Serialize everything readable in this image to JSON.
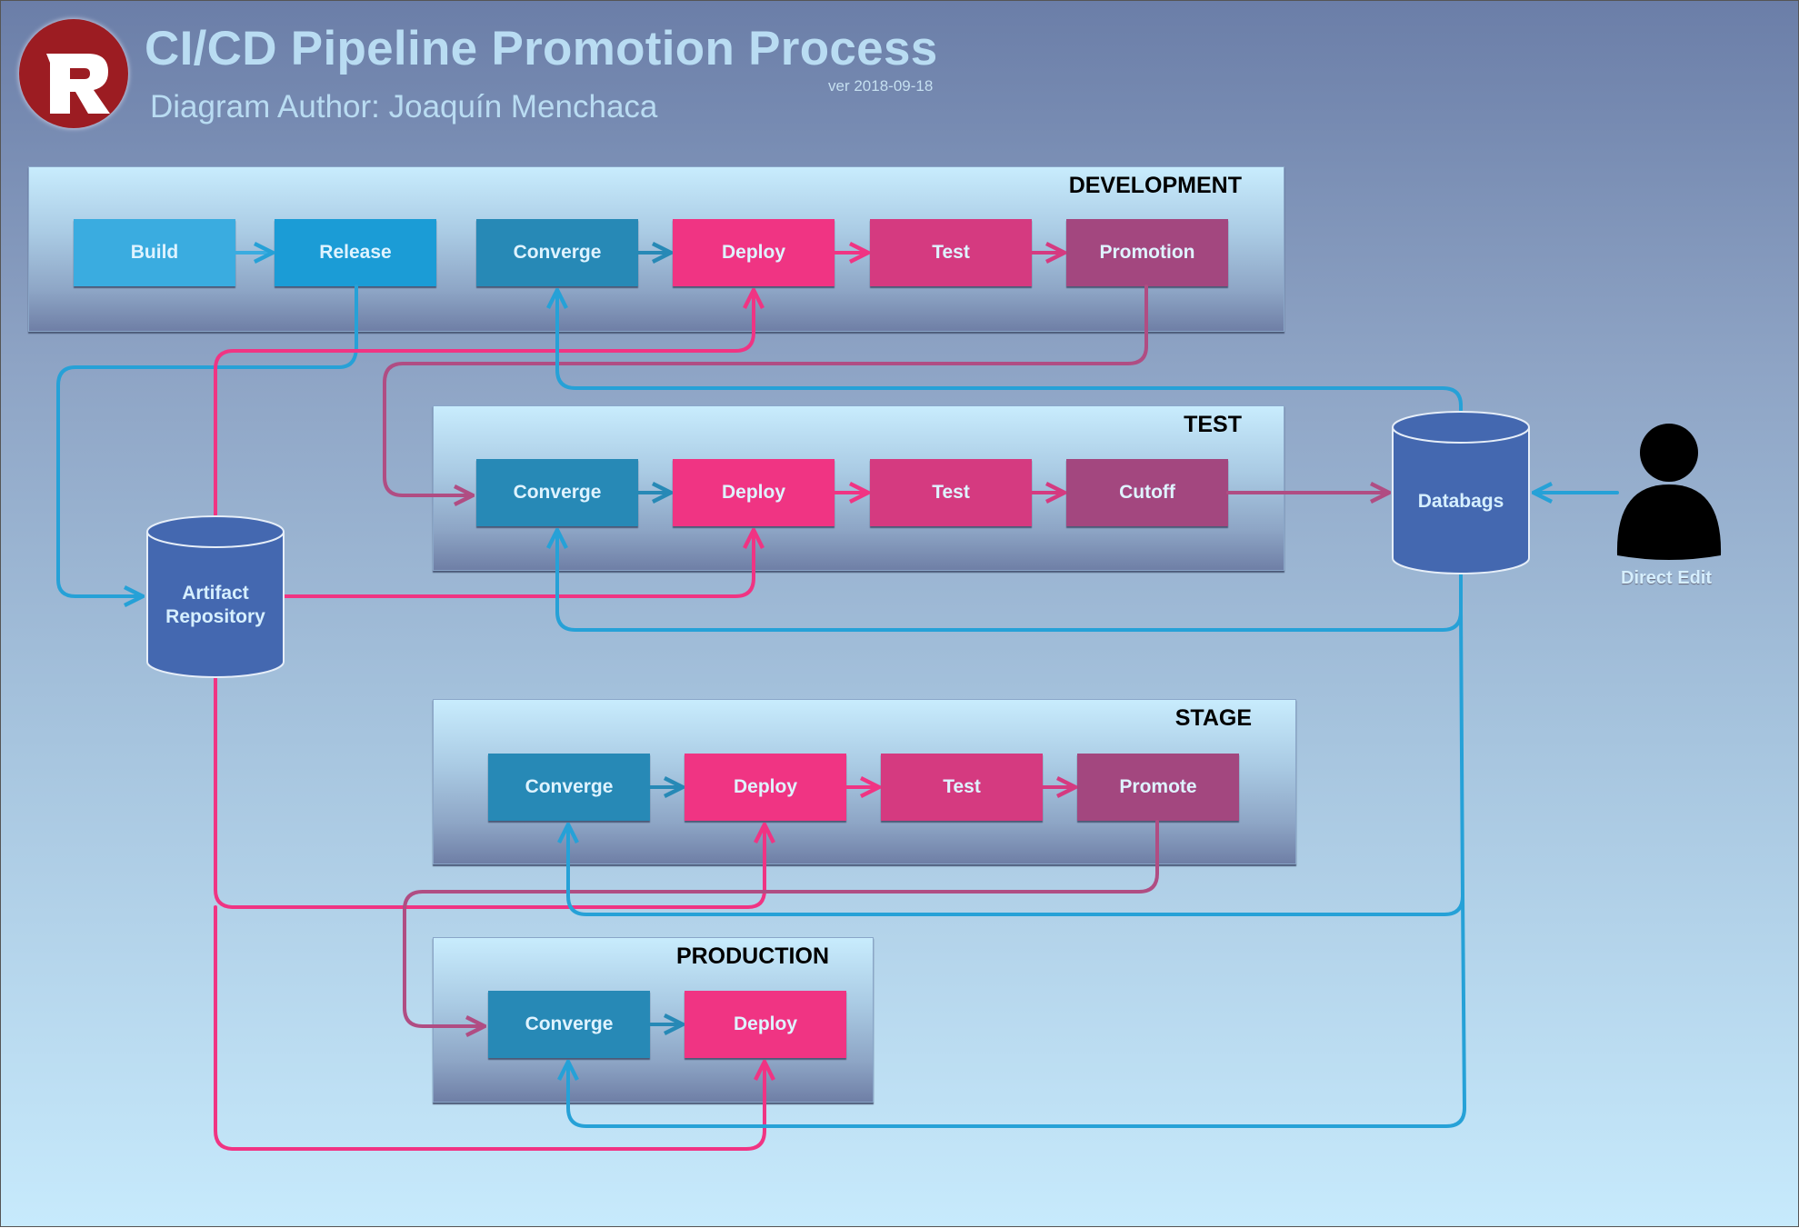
{
  "header": {
    "title": "CI/CD Pipeline Promotion Process",
    "author": "Diagram Author: Joaquín Menchaca",
    "version": "ver 2018-09-18",
    "logo_letter": "R"
  },
  "colors": {
    "build": "#3aace0",
    "release": "#1b9cd6",
    "converge": "#2789b6",
    "deploy": "#f03483",
    "test": "#d53a80",
    "promote": "#a3477f",
    "cylinder": "#4468b0",
    "blue_wire": "#26a1d7",
    "pink_wire": "#f03483",
    "purple_wire": "#b04d83"
  },
  "stages": {
    "development": {
      "label": "DEVELOPMENT",
      "steps": [
        "Build",
        "Release",
        "Converge",
        "Deploy",
        "Test",
        "Promotion"
      ]
    },
    "test": {
      "label": "TEST",
      "steps": [
        "Converge",
        "Deploy",
        "Test",
        "Cutoff"
      ]
    },
    "stage": {
      "label": "STAGE",
      "steps": [
        "Converge",
        "Deploy",
        "Test",
        "Promote"
      ]
    },
    "production": {
      "label": "PRODUCTION",
      "steps": [
        "Converge",
        "Deploy"
      ]
    }
  },
  "stores": {
    "artifact_repository": "Artifact\nRepository",
    "databags": "Databags"
  },
  "actors": {
    "direct_edit": "Direct Edit"
  },
  "connections": [
    {
      "from": "Build",
      "to": "Release",
      "kind": "flow"
    },
    {
      "from": "Release",
      "to": "Artifact Repository",
      "kind": "artifact"
    },
    {
      "from": "Artifact Repository",
      "to": "Development Deploy",
      "kind": "artifact"
    },
    {
      "from": "Artifact Repository",
      "to": "Test Deploy",
      "kind": "artifact"
    },
    {
      "from": "Artifact Repository",
      "to": "Stage Deploy",
      "kind": "artifact"
    },
    {
      "from": "Artifact Repository",
      "to": "Production Deploy",
      "kind": "artifact"
    },
    {
      "from": "Databags",
      "to": "Development Converge",
      "kind": "config"
    },
    {
      "from": "Databags",
      "to": "Test Converge",
      "kind": "config"
    },
    {
      "from": "Databags",
      "to": "Stage Converge",
      "kind": "config"
    },
    {
      "from": "Databags",
      "to": "Production Converge",
      "kind": "config"
    },
    {
      "from": "Development Promotion",
      "to": "Test Converge",
      "kind": "promotion"
    },
    {
      "from": "Test Cutoff",
      "to": "Databags",
      "kind": "promotion"
    },
    {
      "from": "Stage Promote",
      "to": "Production Converge",
      "kind": "promotion"
    },
    {
      "from": "Direct Edit",
      "to": "Databags",
      "kind": "config"
    }
  ]
}
